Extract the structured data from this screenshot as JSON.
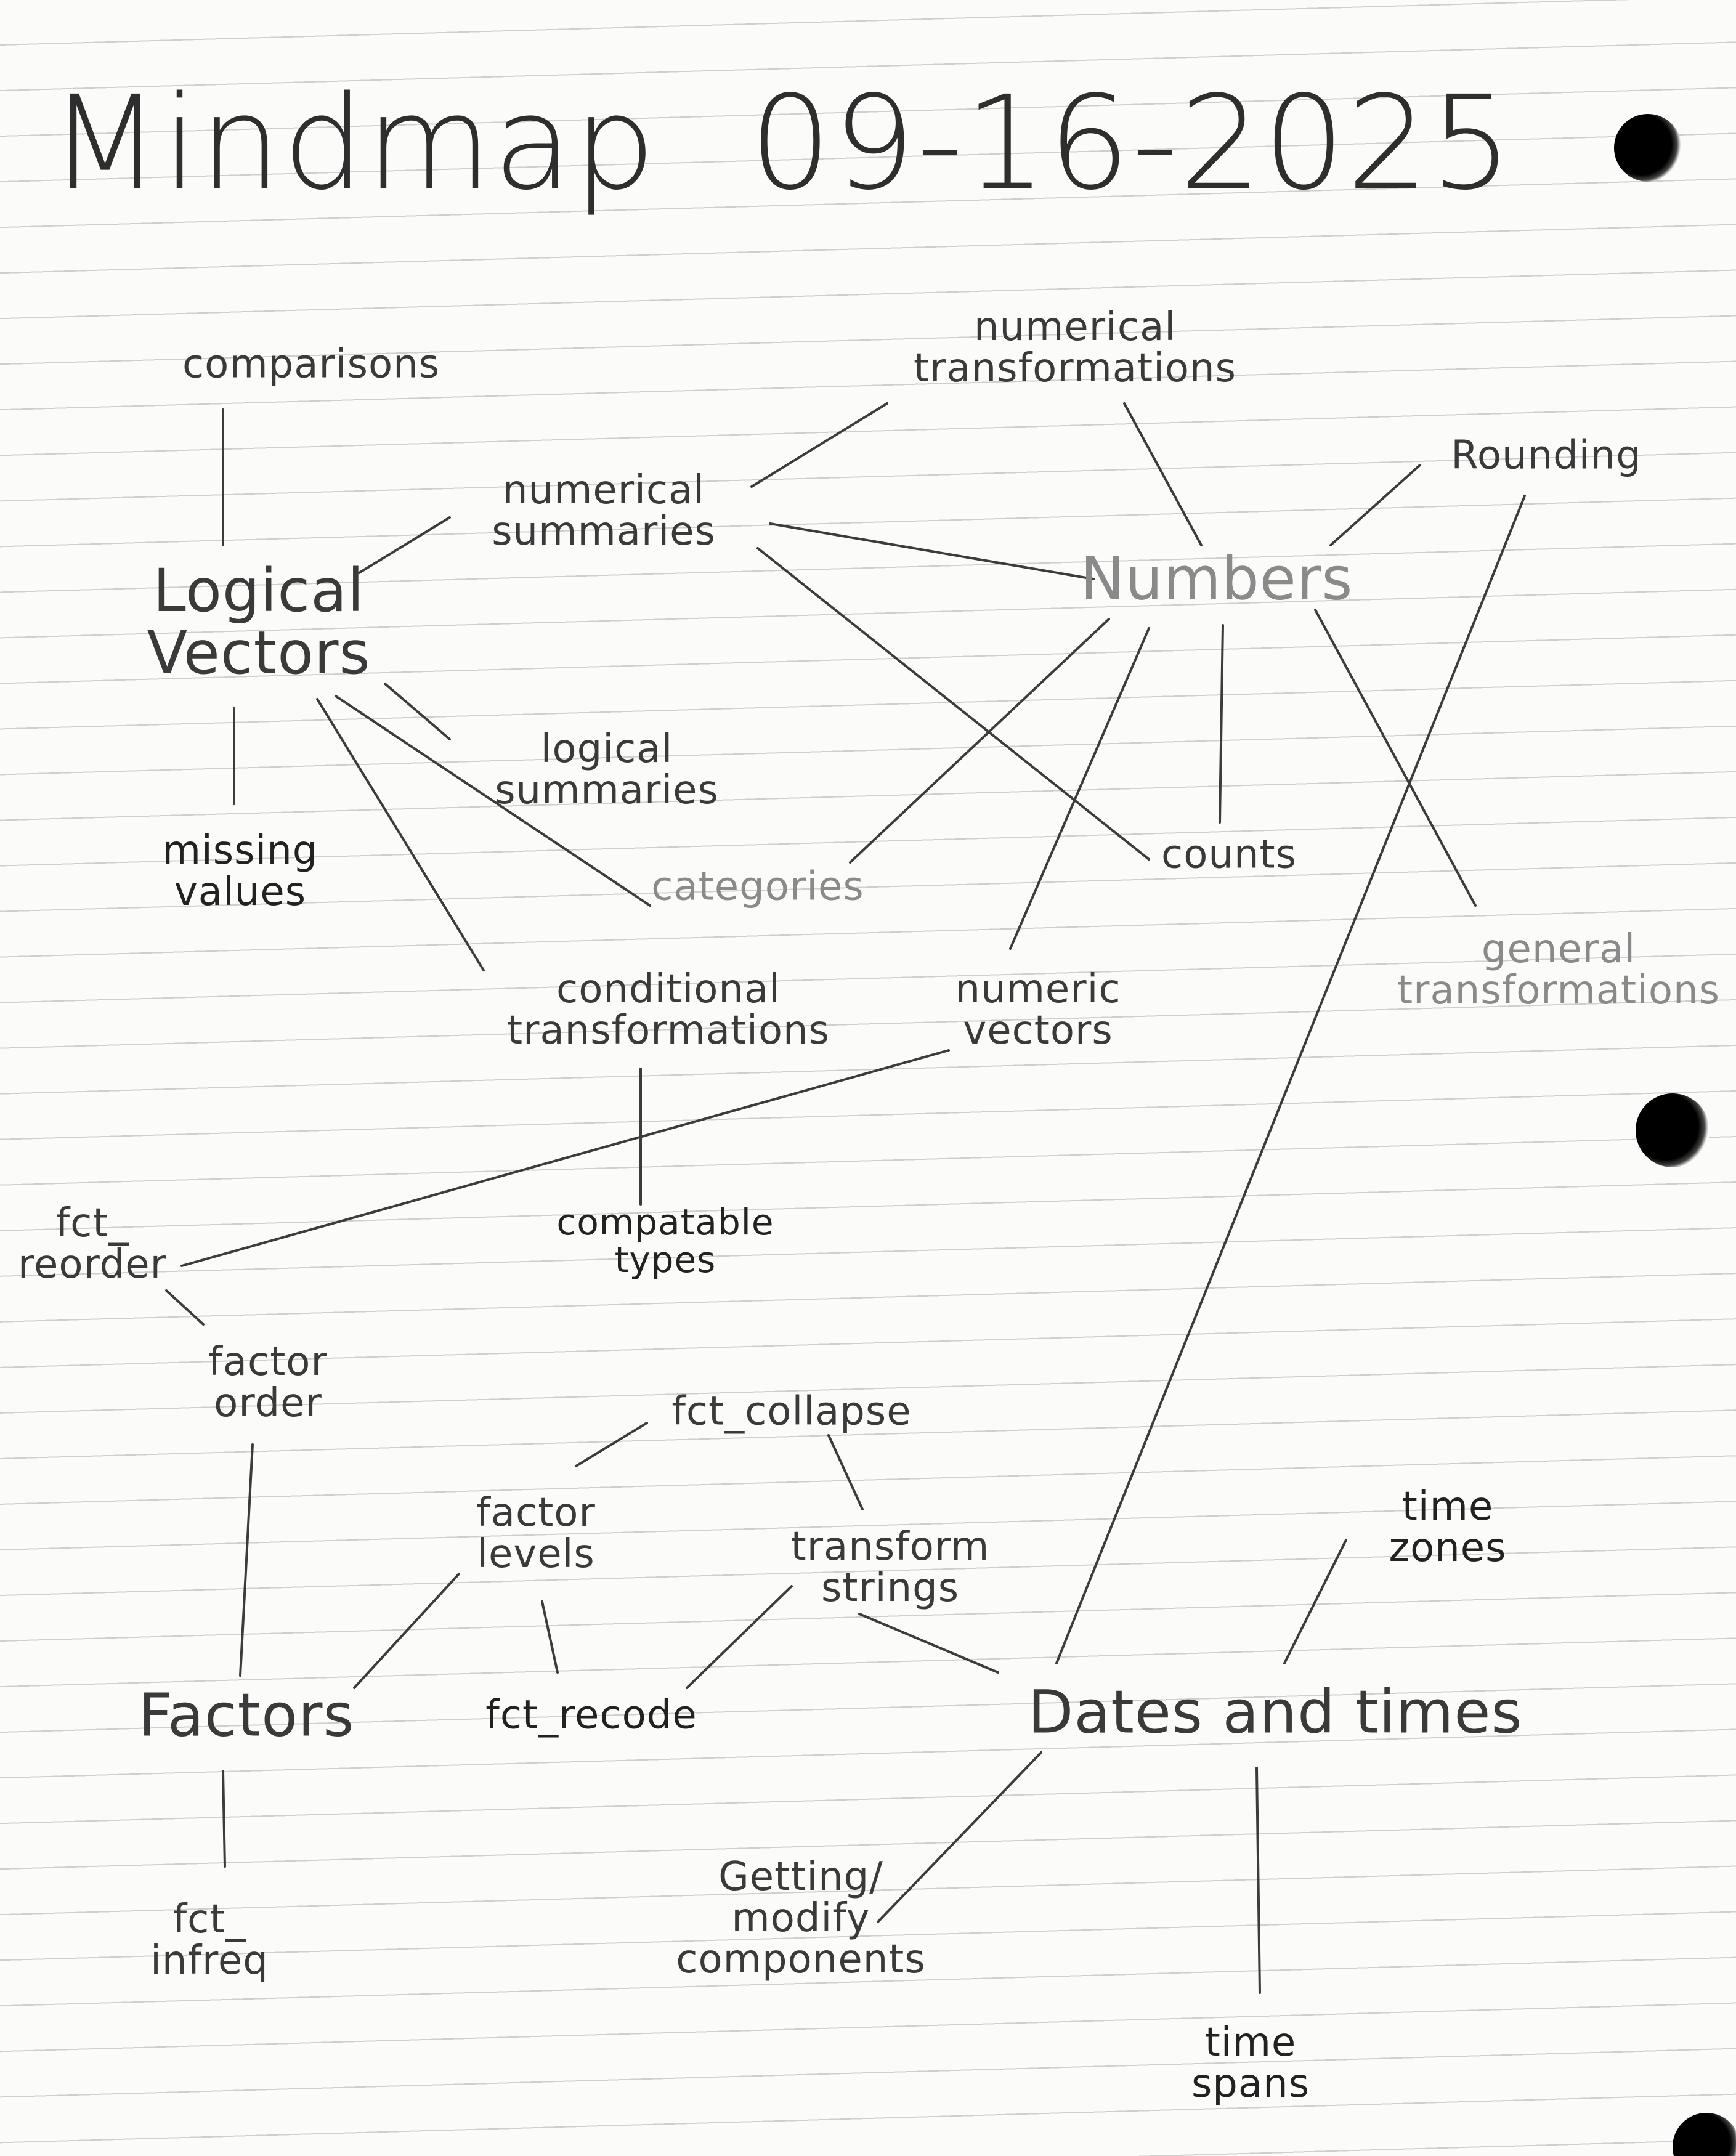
{
  "title": {
    "word": "Mindmap",
    "date": "09-16-2025"
  },
  "nodes": {
    "comparisons": "comparisons",
    "logical_vectors": [
      "Logical",
      "Vectors"
    ],
    "numerical_summaries": [
      "numerical",
      "summaries"
    ],
    "numerical_transformations": [
      "numerical",
      "transformations"
    ],
    "rounding": "Rounding",
    "numbers": "Numbers",
    "logical_summaries": [
      "logical",
      "summaries"
    ],
    "missing_values": [
      "missing",
      "values"
    ],
    "categories": "categories",
    "counts": "counts",
    "general_transformations": [
      "general",
      "transformations"
    ],
    "conditional_transformations": [
      "conditional",
      "transformations"
    ],
    "numeric_vectors": [
      "numeric",
      "vectors"
    ],
    "compatable_types": [
      "compatable",
      "types"
    ],
    "fct_reorder": [
      "fct_",
      "reorder"
    ],
    "factor_order": [
      "factor",
      "order"
    ],
    "fct_collapse": "fct_collapse",
    "factor_levels": [
      "factor",
      "levels"
    ],
    "transform_strings": [
      "transform",
      "strings"
    ],
    "time_zones": [
      "time",
      "zones"
    ],
    "factors": "Factors",
    "fct_recode": "fct_recode",
    "dates_and_times": "Dates and times",
    "getting_modify_components": [
      "Getting/",
      "modify",
      "components"
    ],
    "fct_infreq": [
      "fct_",
      "infreq"
    ],
    "time_spans": [
      "time",
      "spans"
    ]
  }
}
